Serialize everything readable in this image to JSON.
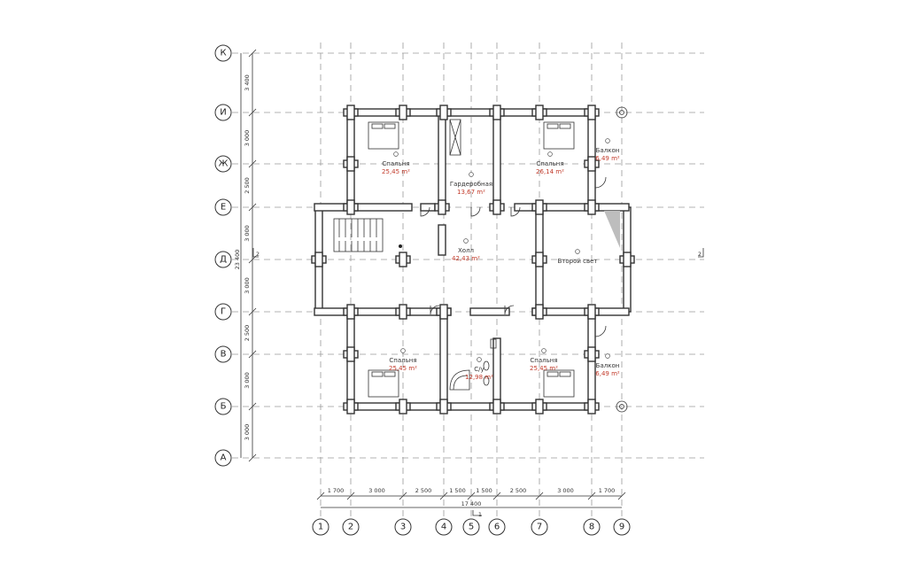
{
  "axes": {
    "rows": [
      "К",
      "И",
      "Ж",
      "Е",
      "Д",
      "Г",
      "В",
      "Б",
      "А"
    ],
    "cols": [
      "1",
      "2",
      "3",
      "4",
      "5",
      "6",
      "7",
      "8",
      "9"
    ]
  },
  "vertical_dims": [
    "3 400",
    "3 000",
    "2 500",
    "3 000",
    "3 000",
    "2 500",
    "3 000",
    "3 000"
  ],
  "vertical_total": "23 400",
  "horizontal_dims": [
    "1 700",
    "3 000",
    "2 500",
    "1 500",
    "1 500",
    "2 500",
    "3 000",
    "1 700"
  ],
  "horizontal_total": "17 400",
  "section_mark": "2",
  "section_mark_bottom": "1",
  "rooms": [
    {
      "name": "Спальня",
      "area": "25,45 m²"
    },
    {
      "name": "Гардеробная",
      "area": "13,67 m²"
    },
    {
      "name": "Спальня",
      "area": "26,14 m²"
    },
    {
      "name": "Балкон",
      "area": "6,49 m²"
    },
    {
      "name": "Холл",
      "area": "42,43 m²"
    },
    {
      "name": "Второй свет",
      "area": ""
    },
    {
      "name": "Спальня",
      "area": "25,45 m²"
    },
    {
      "name": "С/у",
      "area": "12,98 m²"
    },
    {
      "name": "Спальня",
      "area": "25,45 m²"
    },
    {
      "name": "Балкон",
      "area": "6,49 m²"
    }
  ]
}
